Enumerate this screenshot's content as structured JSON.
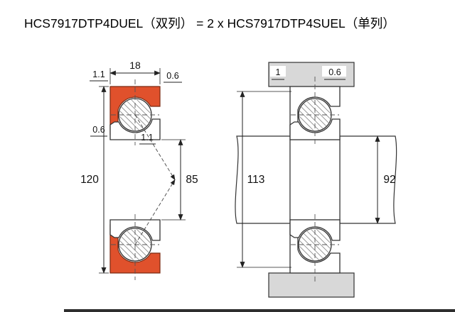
{
  "title": "HCS7917DTP4DUEL（双列） = 2 x HCS7917DTP4SUEL（单列）",
  "colors": {
    "outer_ring": "#e0512c",
    "housing": "#d8d8d8"
  },
  "left_view": {
    "dims": {
      "width": "18",
      "chamfer_outer_left": "1.1",
      "chamfer_outer_right": "0.6",
      "chamfer_inner_left": "0.6",
      "chamfer_inner_center": "1.1",
      "outer_diameter": "120",
      "bore_diameter": "85"
    }
  },
  "right_view": {
    "dims": {
      "fillet_left": "1",
      "fillet_right": "0.6",
      "housing_shoulder_diameter": "113",
      "shaft_shoulder_diameter": "92"
    }
  }
}
